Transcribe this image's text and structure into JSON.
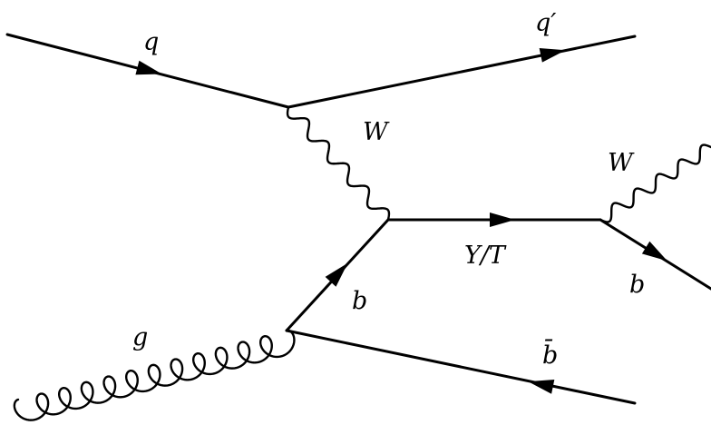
{
  "labels": {
    "q": "q",
    "q_prime": "q′",
    "w_upper": "W",
    "w_right": "W",
    "y_t": "Y/T",
    "b_left": "b",
    "b_right": "b",
    "b_bar": "b̄",
    "g": "g"
  }
}
